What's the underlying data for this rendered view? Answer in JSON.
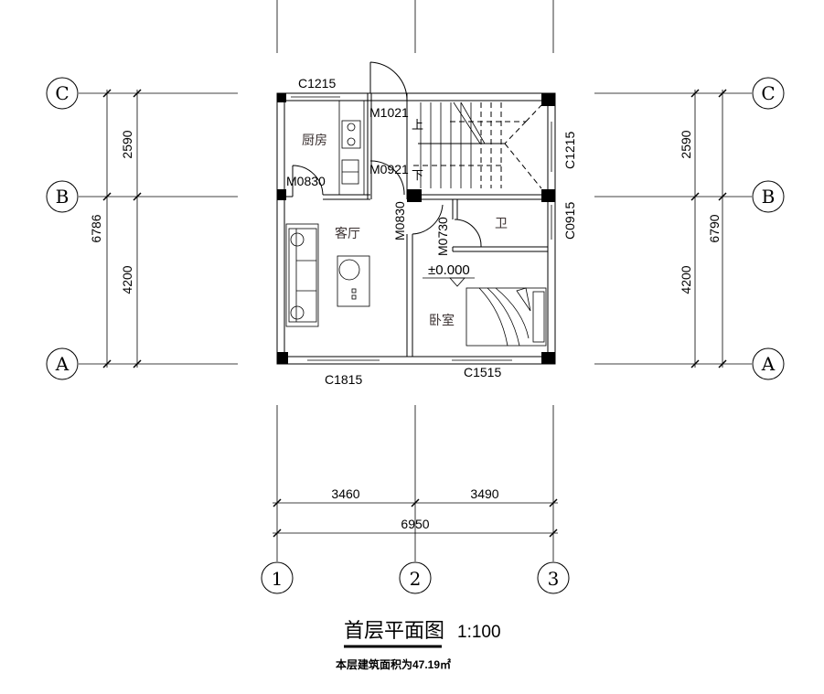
{
  "axes": {
    "rows": [
      "C",
      "B",
      "A"
    ],
    "cols": [
      "1",
      "2",
      "3"
    ]
  },
  "dimensions": {
    "left_total": "6786",
    "right_total": "6790",
    "cb": "2590",
    "ba": "4200",
    "span_12": "3460",
    "span_23": "3490",
    "total_width": "6950"
  },
  "rooms": {
    "kitchen": "厨房",
    "living": "客厅",
    "bath": "卫",
    "bedroom": "卧室"
  },
  "openings": {
    "c1215_top": "C1215",
    "c1215_right": "C1215",
    "c0915": "C0915",
    "c1815": "C1815",
    "c1515": "C1515",
    "m1021": "M1021",
    "m0921": "M0921",
    "m0830_a": "M0830",
    "m0830_b": "M0830",
    "m0730": "M0730"
  },
  "stairs": {
    "up": "上",
    "down": "下"
  },
  "elevation": "±0.000",
  "title": {
    "name": "首层平面图",
    "scale": "1:100",
    "area_note": "本层建筑面积为47.19㎡"
  }
}
